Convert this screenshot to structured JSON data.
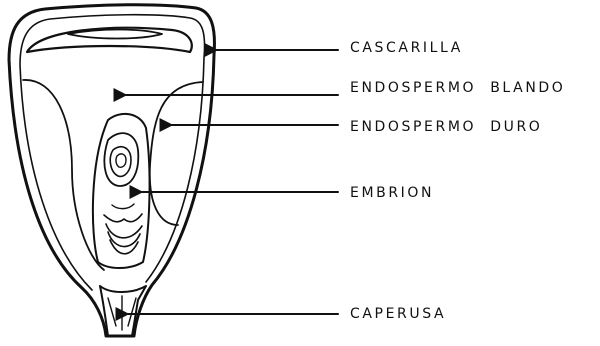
{
  "diagram": {
    "labels": {
      "cascarilla": "CASCARILLA",
      "endospermo_blando": "ENDOSPERMO  BLANDO",
      "endospermo_duro": "ENDOSPERMO  DURO",
      "embrion": "EMBRION",
      "caperusa": "CAPERUSA"
    }
  }
}
